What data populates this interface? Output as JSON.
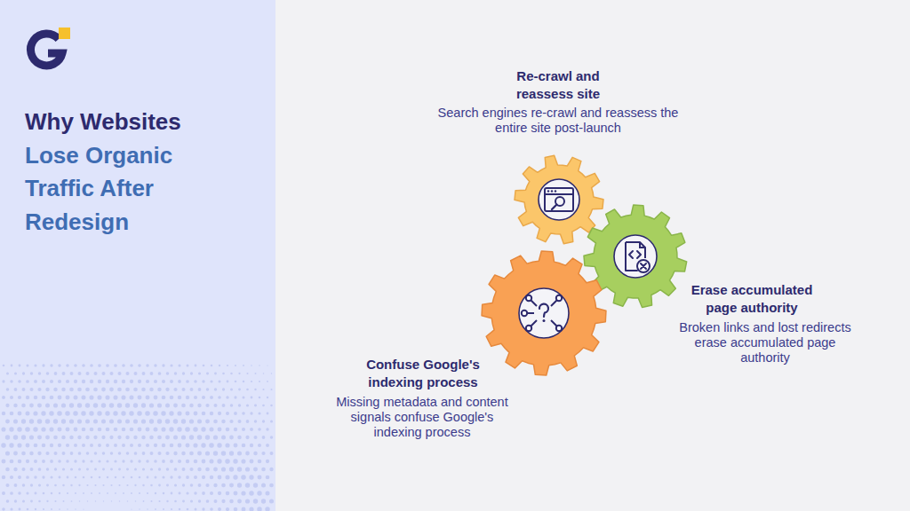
{
  "diagram": {
    "title": "Why Websites Lose Organic Traffic After Redesign",
    "nodes": [
      {
        "text": [
          "Re-crawl and reassess site",
          "Search engines re-crawl and reassess the entire site post-launch"
        ]
      },
      {
        "text": [
          "Erase accumulated page authority",
          "Broken links and lost redirects erase accumulated page authority"
        ]
      },
      {
        "text": [
          "Confuse Google's indexing process",
          "Missing metadata and content signals confuse Google's indexing process"
        ]
      }
    ]
  }
}
